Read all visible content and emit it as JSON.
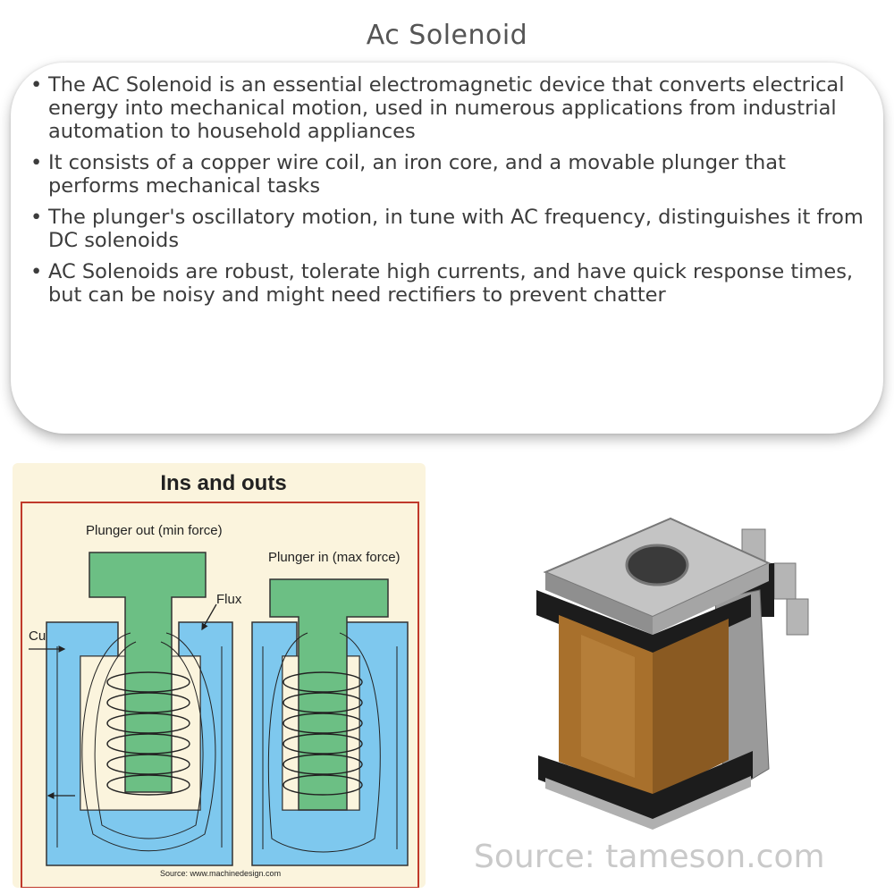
{
  "title": "Ac Solenoid",
  "bullets": [
    "The AC Solenoid is an essential electromagnetic device that converts electrical energy into mechanical motion, used in numerous applications from industrial automation to household appliances",
    "It consists of a copper wire coil, an iron core, and a movable plunger that performs mechanical tasks",
    "The plunger's oscillatory motion, in tune with AC frequency, distinguishes it from DC solenoids",
    "AC Solenoids are robust, tolerate high currents, and have quick response times, but can be noisy and might need rectifiers to prevent chatter"
  ],
  "diagram": {
    "heading": "Ins and outs",
    "left_label": "Plunger out (min force)",
    "right_label": "Plunger in (max force)",
    "flux_label": "Flux",
    "current_label": "Current",
    "credit": "Source: www.machinedesign.com"
  },
  "source": "Source: tameson.com",
  "colors": {
    "iron": "#7ec8ee",
    "plunger": "#6cbf84",
    "frame": "#c0392b",
    "heading": "#e8a33a"
  }
}
